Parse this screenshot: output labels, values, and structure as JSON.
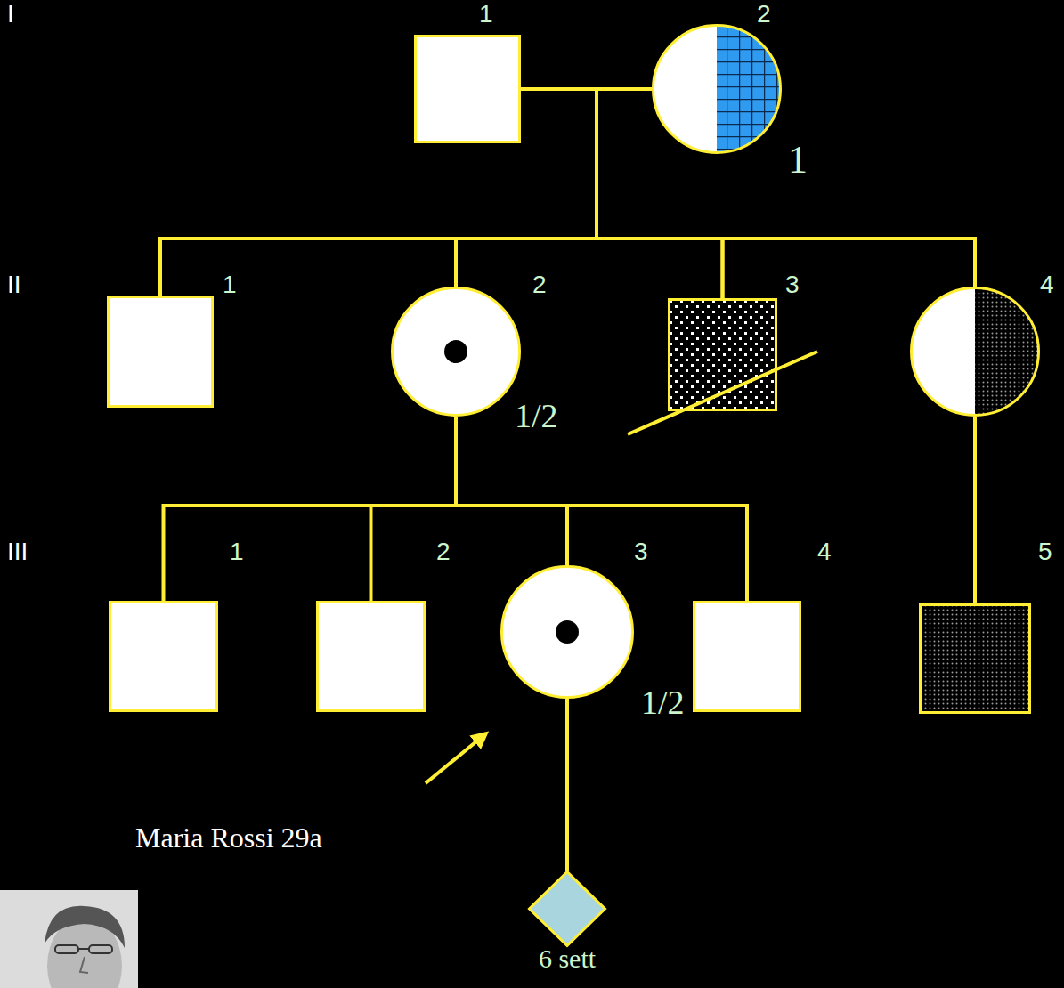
{
  "diagram": {
    "nodes": [
      {
        "text": [
          "1"
        ]
      },
      {
        "text": [
          "2",
          "1"
        ]
      },
      {
        "text": [
          "1"
        ]
      },
      {
        "text": [
          "2",
          "1/2"
        ]
      },
      {
        "text": [
          "3"
        ]
      },
      {
        "text": [
          "4"
        ]
      },
      {
        "text": [
          "1"
        ]
      },
      {
        "text": [
          "2"
        ]
      },
      {
        "text": [
          "3",
          "1/2"
        ]
      },
      {
        "text": [
          "4"
        ]
      },
      {
        "text": [
          "5"
        ]
      },
      {
        "text": [
          "6 sett"
        ]
      }
    ],
    "edges": [
      {
        "from": 0,
        "to": 1,
        "arrow": "none"
      },
      {
        "from": 0,
        "to": 2,
        "arrow": "none"
      },
      {
        "from": 0,
        "to": 3,
        "arrow": "none"
      },
      {
        "from": 0,
        "to": 4,
        "arrow": "none"
      },
      {
        "from": 0,
        "to": 5,
        "arrow": "none"
      },
      {
        "from": 1,
        "to": 2,
        "arrow": "none"
      },
      {
        "from": 1,
        "to": 3,
        "arrow": "none"
      },
      {
        "from": 1,
        "to": 4,
        "arrow": "none"
      },
      {
        "from": 1,
        "to": 5,
        "arrow": "none"
      },
      {
        "from": 3,
        "to": 6,
        "arrow": "none"
      },
      {
        "from": 3,
        "to": 7,
        "arrow": "none"
      },
      {
        "from": 3,
        "to": 8,
        "arrow": "none"
      },
      {
        "from": 3,
        "to": 9,
        "arrow": "none"
      },
      {
        "from": 5,
        "to": 10,
        "arrow": "none"
      },
      {
        "from": 8,
        "to": 11,
        "arrow": "none"
      }
    ],
    "labels": [
      "I",
      "II",
      "III",
      "Maria Rossi 29a"
    ]
  }
}
